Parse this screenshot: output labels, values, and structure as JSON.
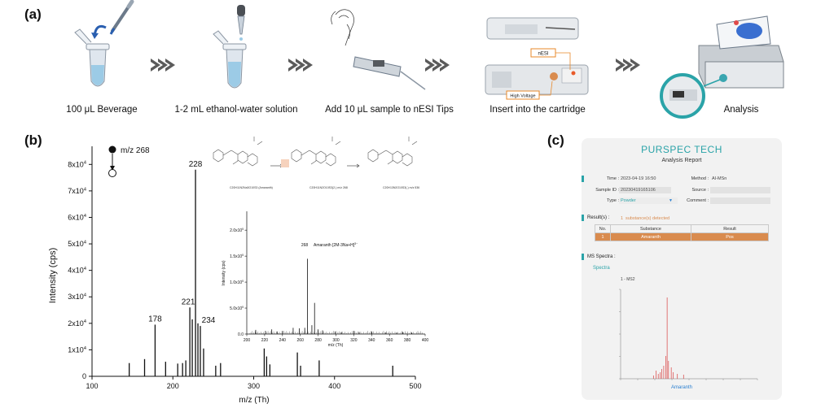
{
  "panels": {
    "a": "(a)",
    "b": "(b)",
    "c": "(c)"
  },
  "workflow": {
    "steps": [
      {
        "label": "100 μL Beverage"
      },
      {
        "label": "1-2 mL ethanol-water solution"
      },
      {
        "label": "Add 10 μL sample to nESI Tips"
      },
      {
        "label": "Insert into the cartridge"
      },
      {
        "label": "Analysis"
      }
    ],
    "cartridge_labels": {
      "nesi": "nESI",
      "high_voltage": "High Voltage"
    },
    "colors": {
      "tube": "#dfe6ee",
      "liquid": "#9ccbe6",
      "arrow": "#5b5b5b",
      "accent": "#2a5fb0",
      "teal": "#2aa3a8"
    }
  },
  "main_spectrum": {
    "legend": "m/z 268",
    "ylabel": "Intensity (cps)",
    "xlabel": "m/z (Th)",
    "xticks": [
      "100",
      "200",
      "300",
      "400",
      "500"
    ],
    "yticks": [
      "0",
      "1x10",
      "2x10",
      "3x10",
      "4x10",
      "5x10",
      "6x10",
      "7x10",
      "8x10"
    ],
    "ytick_exp": "4",
    "peak_labels": [
      "178",
      "221",
      "228",
      "234"
    ]
  },
  "structures": {
    "labels": [
      "C20H11N2Na3O10S3 (Amaranth)",
      "C20H11N2O10S3(2-) m/z 268",
      "C20H13N2O10S3(-) m/z 536"
    ]
  },
  "inset_spectrum": {
    "ylabel": "Intensity (cps)",
    "xlabel": "m/z (Th)",
    "xticks": [
      "200",
      "220",
      "240",
      "260",
      "280",
      "300",
      "320",
      "340",
      "360",
      "380",
      "400"
    ],
    "yticks": [
      "0.0",
      "5.0x10",
      "1.0x10",
      "1.5x10",
      "2.0x10"
    ],
    "ytick_exp": "5",
    "annotation_peak": "268",
    "annotation_text": "Amaranth [2M-3Na+H]"
  },
  "chart_data": [
    {
      "type": "bar",
      "x": [
        146,
        165,
        178,
        191,
        206,
        212,
        216,
        221,
        224,
        228,
        231,
        234,
        238,
        253,
        259,
        313,
        316,
        320,
        354,
        358,
        381,
        472
      ],
      "values": [
        5000,
        6500,
        19500,
        5500,
        4800,
        5000,
        6000,
        26000,
        21500,
        78000,
        20000,
        19000,
        10500,
        4000,
        5000,
        10500,
        7500,
        4500,
        9000,
        4000,
        6000,
        4000
      ],
      "xlabel": "m/z (Th)",
      "ylabel": "Intensity (cps)",
      "xlim": [
        100,
        500
      ],
      "ylim": [
        0,
        85000
      ],
      "annotations": [
        {
          "x": 178,
          "label": "178"
        },
        {
          "x": 221,
          "label": "221"
        },
        {
          "x": 228,
          "label": "228"
        },
        {
          "x": 234,
          "label": "234"
        }
      ],
      "legend": "m/z 268"
    },
    {
      "type": "bar",
      "x": [
        210,
        221,
        228,
        234,
        240,
        252,
        259,
        265,
        268,
        273,
        276,
        280,
        285,
        299,
        306,
        320,
        326,
        340,
        356,
        368,
        375,
        385
      ],
      "values": [
        8000,
        6000,
        9000,
        5000,
        6000,
        12000,
        11000,
        12000,
        145000,
        17000,
        60000,
        9000,
        7000,
        5000,
        4000,
        6000,
        4000,
        5000,
        3000,
        3000,
        4000,
        3000
      ],
      "xlabel": "m/z (Th)",
      "ylabel": "Intensity (cps)",
      "xlim": [
        200,
        400
      ],
      "ylim": [
        0,
        230000
      ],
      "annotations": [
        {
          "x": 268,
          "label": "268"
        }
      ]
    }
  ],
  "report": {
    "brand": "PURSPEC TECH",
    "subtitle": "Analysis Report",
    "fields": {
      "time_label": "Time :",
      "time_value": "2023-04-19 16:50",
      "method_label": "Method :",
      "method_value": "AI-MSn",
      "sample_label": "Sample ID :",
      "sample_value": "20230419165106",
      "source_label": "Source :",
      "source_value": "",
      "type_label": "Type :",
      "type_value": "Powder",
      "comment_label": "Comment :",
      "comment_value": ""
    },
    "results_label": "Result(s) :",
    "results_count": "1",
    "results_text": "substance(s) detected",
    "table": {
      "headers": [
        "No.",
        "Substance",
        "Result"
      ],
      "rows": [
        [
          "1",
          "Amaranth",
          "Pos"
        ]
      ]
    },
    "ms_label": "MS Spectra :",
    "spectra_label": "Spectra",
    "spectrum_title": "1 - MS2",
    "spectrum_caption": "Amaranth",
    "colors": {
      "teal": "#2aa3a8",
      "row": "#d98b4e",
      "peak": "#d94040"
    }
  },
  "mini_chart_data": {
    "x": [
      248,
      252,
      255,
      258,
      260,
      263,
      266,
      268,
      270,
      274,
      277,
      283,
      292
    ],
    "values": [
      4,
      10,
      6,
      8,
      12,
      16,
      28,
      100,
      22,
      14,
      8,
      6,
      5
    ],
    "xlim": [
      200,
      400
    ],
    "ylim": [
      0,
      110
    ]
  }
}
